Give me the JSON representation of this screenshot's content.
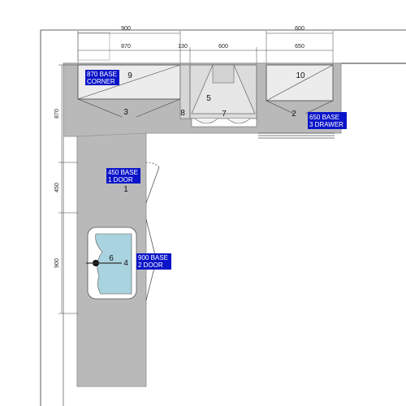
{
  "colors": {
    "counter": "#b9b9ba",
    "counter_edge": "#8a8a8a",
    "unit_fill": "#ececec",
    "hood_fill": "#dcdcdc",
    "sink_water": "#a9d3df",
    "label_bg": "#0b14c8",
    "label_text": "#ffffff",
    "wall_line": "#333333"
  },
  "dimensions": {
    "top_overall_left": "900",
    "top_overall_right": "600",
    "top_detail": [
      "870",
      "130",
      "600",
      "650"
    ],
    "left_side": [
      "870",
      "450",
      "900"
    ]
  },
  "unit_numbers": {
    "n1": "1",
    "n2": "2",
    "n3": "3",
    "n4": "4",
    "n5": "5",
    "n6": "6",
    "n7": "7",
    "n8": "8",
    "n9": "9",
    "n10": "10"
  },
  "cabinet_labels": {
    "corner": [
      "870 BASE",
      "CORNER"
    ],
    "door450": [
      "450 BASE",
      "1 DOOR"
    ],
    "door900": [
      "900 BASE",
      "2 DOOR"
    ],
    "drawer650": [
      "650 BASE",
      "3 DRAWER"
    ]
  }
}
